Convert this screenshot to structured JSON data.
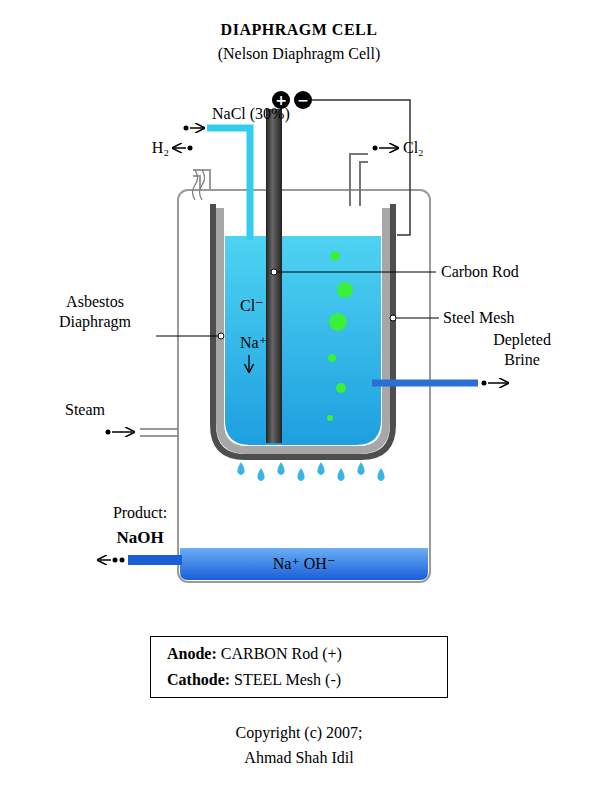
{
  "diagram": {
    "title": "DIAPHRAGM CELL",
    "caption": "Copyright (c) 2007; Ahmad Shah Idil",
    "nodes": [
      {
        "text": [
          "+"
        ]
      },
      {
        "text": [
          "−"
        ]
      },
      {
        "text": [
          "Anode: CARBON Rod (+)",
          "Cathode: STEEL Mesh (-)"
        ]
      }
    ],
    "edges": [],
    "labels": [
      "(Nelson Diaphragm Cell)",
      "NaCl (30%)",
      "H₂",
      "Cl₂",
      "Carbon Rod",
      "Steel Mesh",
      "Asbestos Diaphragm",
      "Cl⁻",
      "Na⁺",
      "Steam",
      "Depleted Brine",
      "Product:",
      "NaOH",
      "Na⁺ OH⁻"
    ]
  }
}
